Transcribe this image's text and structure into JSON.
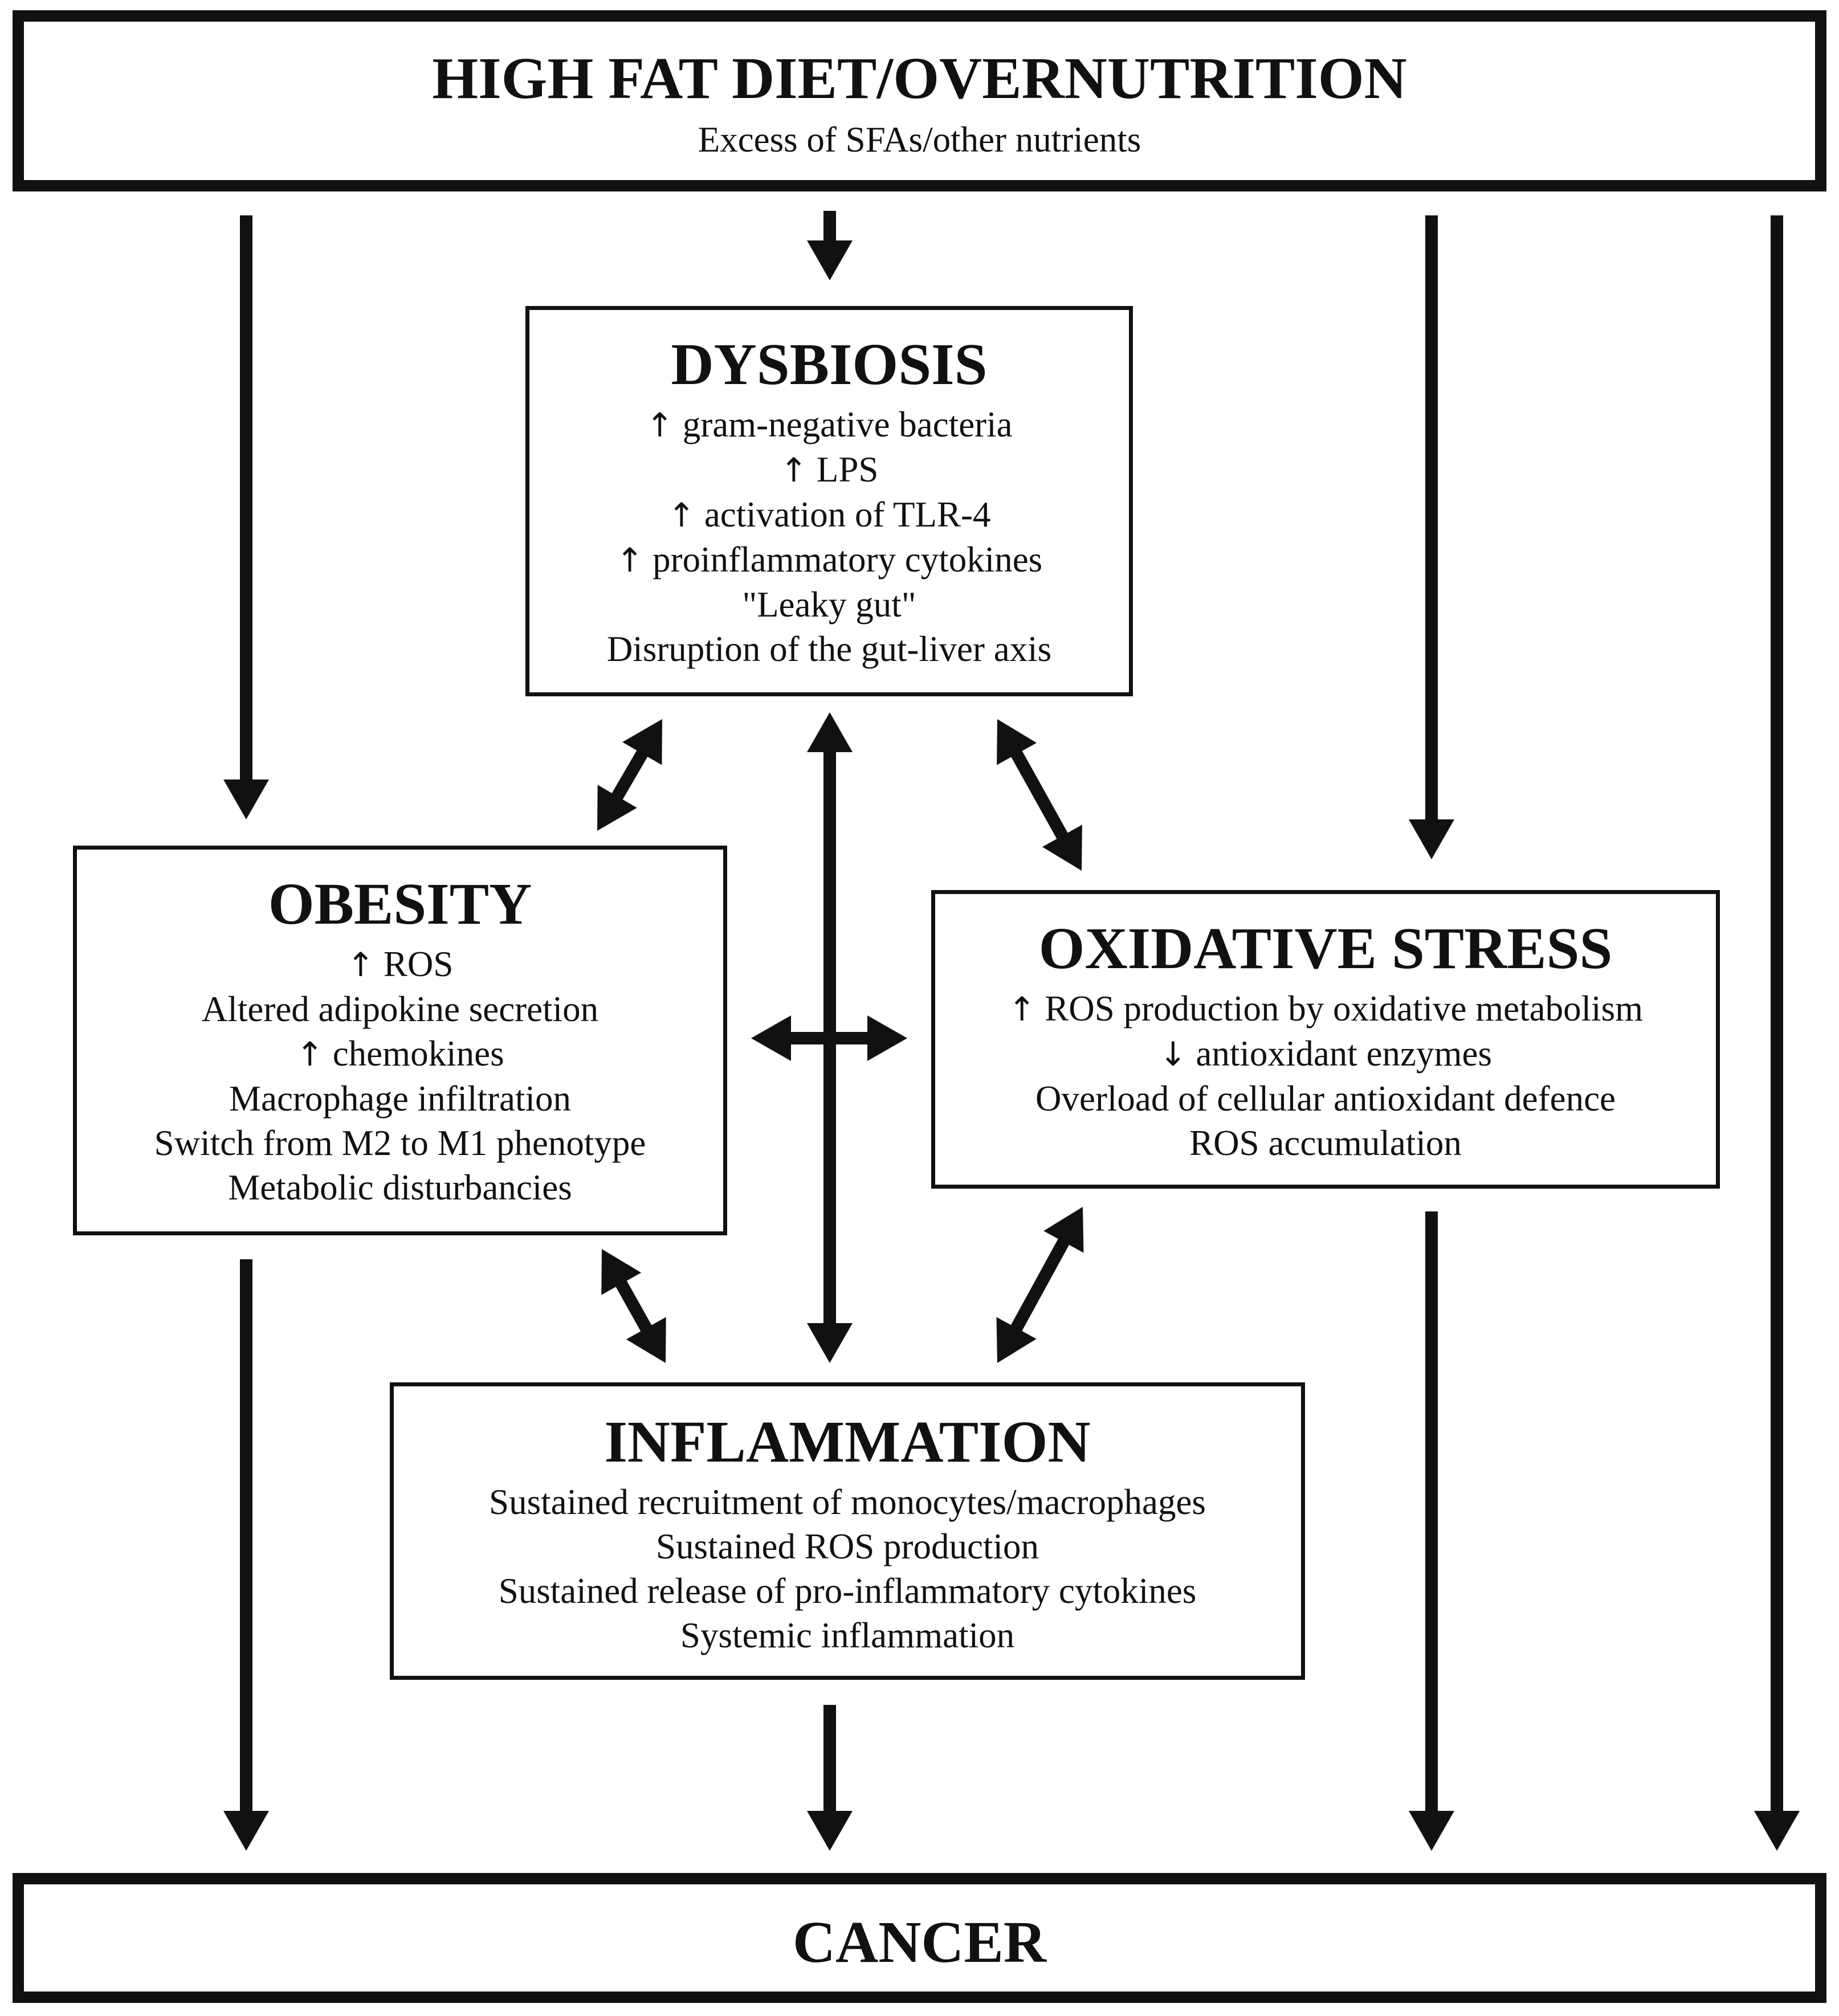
{
  "top": {
    "title": "HIGH FAT DIET/OVERNUTRITION",
    "subtitle": "Excess of SFAs/other nutrients"
  },
  "dysbiosis": {
    "title": "DYSBIOSIS",
    "lines": [
      {
        "arrow": "↑",
        "text": "gram-negative bacteria"
      },
      {
        "arrow": "↑",
        "text": "LPS"
      },
      {
        "arrow": "↑",
        "text": "activation of TLR-4"
      },
      {
        "arrow": "↑",
        "text": "proinflammatory cytokines"
      },
      {
        "arrow": "",
        "text": "\"Leaky gut\""
      },
      {
        "arrow": "",
        "text": "Disruption of the gut-liver axis"
      }
    ]
  },
  "obesity": {
    "title": "OBESITY",
    "lines": [
      {
        "arrow": "↑",
        "text": "ROS"
      },
      {
        "arrow": "",
        "text": "Altered adipokine secretion"
      },
      {
        "arrow": "↑",
        "text": "chemokines"
      },
      {
        "arrow": "",
        "text": "Macrophage infiltration"
      },
      {
        "arrow": "",
        "text": "Switch from M2 to M1 phenotype"
      },
      {
        "arrow": "",
        "text": "Metabolic disturbancies"
      }
    ]
  },
  "oxidative_stress": {
    "title": "OXIDATIVE STRESS",
    "lines": [
      {
        "arrow": "↑",
        "text": "ROS production by oxidative metabolism"
      },
      {
        "arrow": "↓",
        "text": "antioxidant enzymes"
      },
      {
        "arrow": "",
        "text": "Overload of cellular antioxidant defence"
      },
      {
        "arrow": "",
        "text": "ROS accumulation"
      }
    ]
  },
  "inflammation": {
    "title": "INFLAMMATION",
    "lines": [
      {
        "arrow": "",
        "text": "Sustained recruitment of  monocytes/macrophages"
      },
      {
        "arrow": "",
        "text": "Sustained ROS production"
      },
      {
        "arrow": "",
        "text": "Sustained release of pro-inflammatory cytokines"
      },
      {
        "arrow": "",
        "text": "Systemic inflammation"
      }
    ]
  },
  "cancer": {
    "title": "CANCER"
  },
  "colors": {
    "stroke": "#111111",
    "background": "#ffffff"
  }
}
